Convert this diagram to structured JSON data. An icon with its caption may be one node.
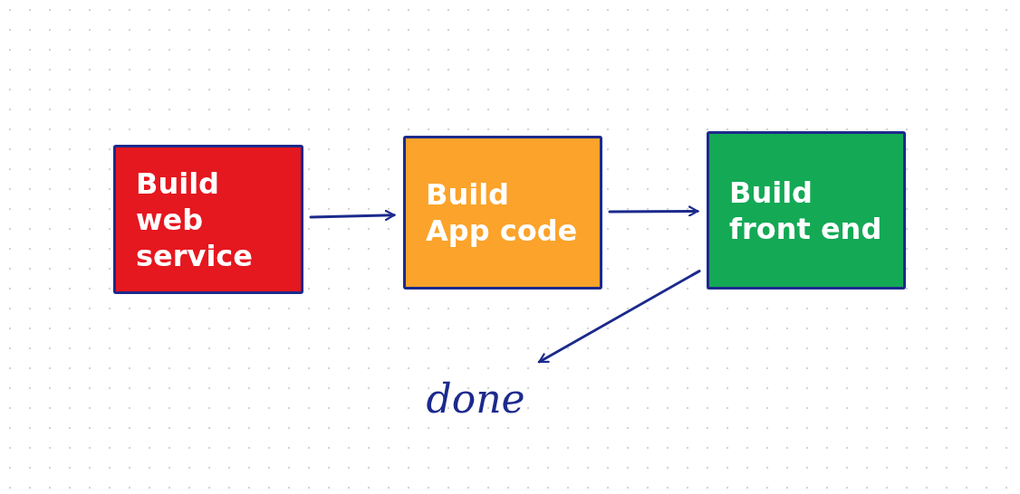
{
  "diagram": {
    "nodes": [
      {
        "text": [
          "Build web service"
        ]
      },
      {
        "text": [
          "Build App code"
        ]
      },
      {
        "text": [
          "Build front end"
        ]
      },
      {
        "text": [
          "done"
        ]
      }
    ],
    "edges": [
      {
        "from": 0,
        "to": 1,
        "arrow": "to"
      },
      {
        "from": 1,
        "to": 2,
        "arrow": "to"
      },
      {
        "from": 2,
        "to": 3,
        "arrow": "to"
      }
    ]
  }
}
